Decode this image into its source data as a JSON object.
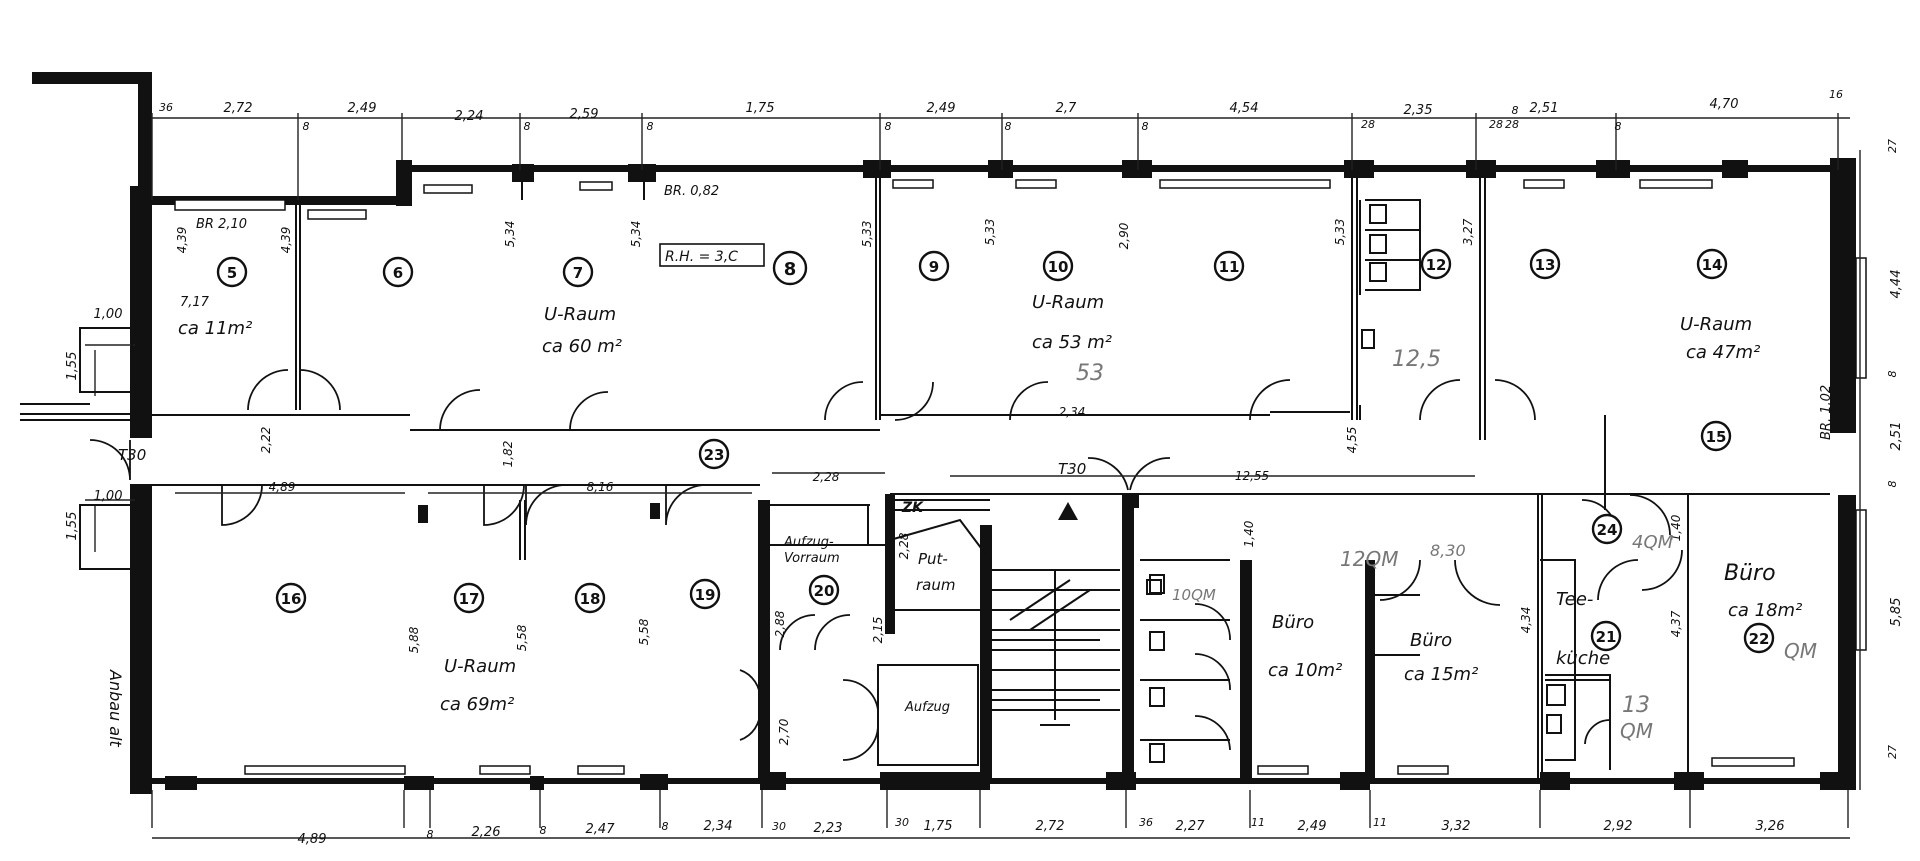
{
  "top_dimensions": [
    "36",
    "2,72",
    "2,49",
    "2,24",
    "2,59",
    "1,75",
    "2,49",
    "2,7",
    "4,54",
    "28",
    "2,35",
    "28",
    "2,51",
    "4,70",
    "16"
  ],
  "top_small_marks": [
    "8",
    "8",
    "8",
    "8",
    "8",
    "8",
    "8",
    "8",
    "28"
  ],
  "bottom_dimensions": [
    "4,89",
    "8",
    "2,26",
    "8",
    "2,47",
    "8",
    "2,34",
    "30",
    "2,23",
    "30",
    "1,75",
    "2,72",
    "36",
    "2,27",
    "11",
    "2,49",
    "11",
    "3,32",
    "2,92",
    "3,26"
  ],
  "right_dimensions": [
    "27",
    "4,44",
    "8",
    "2,51",
    "8",
    "5,85",
    "27"
  ],
  "left_dimensions": {
    "top_depth": "1,55",
    "top_width": "1,00",
    "bottom_depth": "1,55",
    "bottom_width": "1,00"
  },
  "room_numbers": [
    "5",
    "6",
    "7",
    "8",
    "9",
    "10",
    "11",
    "12",
    "13",
    "14",
    "15",
    "16",
    "17",
    "18",
    "19",
    "20",
    "21",
    "22",
    "23",
    "24"
  ],
  "interior_dimensions": {
    "d439a": "4,39",
    "d439b": "4,39",
    "d534a": "5,34",
    "d534b": "5,34",
    "d533a": "5,33",
    "d533b": "5,33",
    "d290": "2,90",
    "d533c": "5,33",
    "d327": "3,27",
    "d222": "2,22",
    "d182": "1,82",
    "d234": "2,34",
    "d455": "4,55",
    "d489": "4,89",
    "d816": "8,16",
    "d228h": "2,28",
    "d1255": "12,55",
    "d228v": "2,28",
    "d140a": "1,40",
    "d140b": "1,40",
    "d588a": "5,88",
    "d558": "5,58",
    "d558b": "5,58",
    "d288": "2,88",
    "d215": "2,15",
    "d270": "2,70",
    "d434": "4,34",
    "d437": "4,37"
  },
  "labels": {
    "br210": "BR 2,10",
    "br082": "BR. 0,82",
    "br102": "BR. 1,02",
    "rh": "R.H. = 3,C",
    "t30a": "T30",
    "t30b": "T30",
    "zk": "ZK",
    "aufzug_vorraum": [
      "Aufzug-",
      "Vorraum"
    ],
    "aufzug": "Aufzug",
    "putzraum": [
      "Put-",
      "raum"
    ],
    "anbau": "Anbau alt"
  },
  "handwriting": {
    "r5": [
      "ca 11m²"
    ],
    "r5_extra": "7,17",
    "r7": [
      "U-Raum",
      "ca 60 m²"
    ],
    "r10": [
      "U-Raum",
      "ca 53 m²"
    ],
    "r10_pencil": "53",
    "r12_pencil": "12,5",
    "r14": [
      "U-Raum",
      "ca 47m²"
    ],
    "r16_18": [
      "U-Raum",
      "ca 69m²"
    ],
    "wc_pencil": "10QM",
    "buero1": [
      "Büro",
      "ca 10m²"
    ],
    "buero2": [
      "Büro",
      "ca 15m²"
    ],
    "corridor_pencil": "12QM",
    "corridor_pencil2": "8,30",
    "r24_pencil": "4QM",
    "teekueche": [
      "Tee-",
      "küche"
    ],
    "tee_pencil": [
      "13",
      "QM"
    ],
    "buero3": [
      "Büro",
      "ca 18m²"
    ],
    "buero3_pencil": "QM"
  }
}
